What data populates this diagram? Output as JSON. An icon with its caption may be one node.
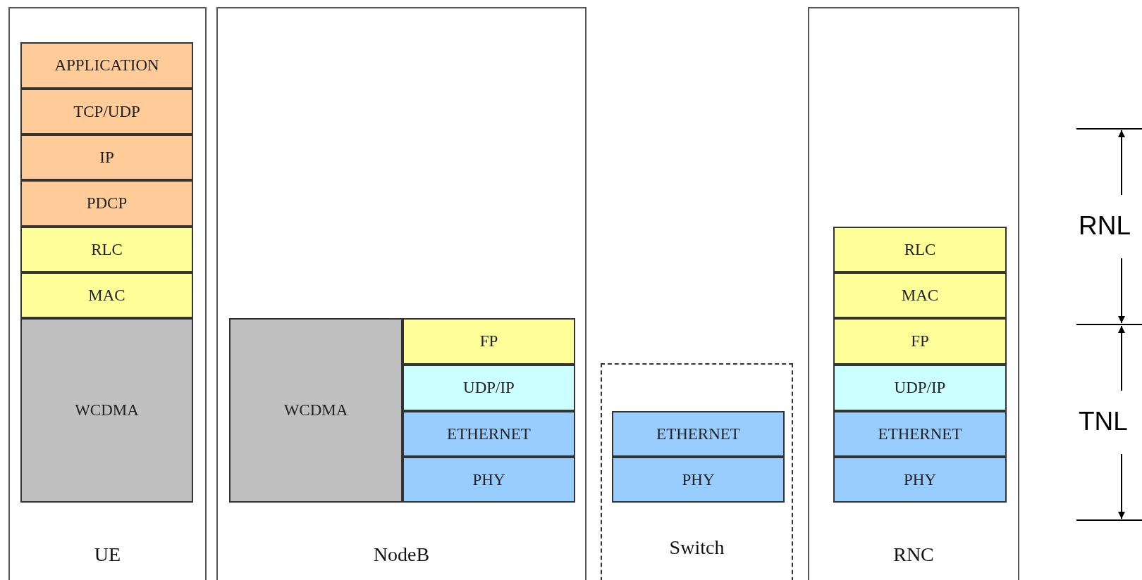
{
  "diagram": {
    "nodes": [
      {
        "text": [
          "UE"
        ]
      },
      {
        "text": [
          "APPLICATION"
        ],
        "in": 0
      },
      {
        "text": [
          "TCP/UDP"
        ],
        "in": 0
      },
      {
        "text": [
          "IP"
        ],
        "in": 0
      },
      {
        "text": [
          "PDCP"
        ],
        "in": 0
      },
      {
        "text": [
          "RLC"
        ],
        "in": 0
      },
      {
        "text": [
          "MAC"
        ],
        "in": 0
      },
      {
        "text": [
          "WCDMA"
        ],
        "in": 0
      },
      {
        "text": [
          "NodeB"
        ]
      },
      {
        "text": [
          "WCDMA"
        ],
        "in": 8
      },
      {
        "text": [
          "FP"
        ],
        "in": 8
      },
      {
        "text": [
          "UDP/IP"
        ],
        "in": 8
      },
      {
        "text": [
          "ETHERNET"
        ],
        "in": 8
      },
      {
        "text": [
          "PHY"
        ],
        "in": 8
      },
      {
        "text": [
          "Switch"
        ]
      },
      {
        "text": [
          "ETHERNET"
        ],
        "in": 14
      },
      {
        "text": [
          "PHY"
        ],
        "in": 14
      },
      {
        "text": [
          "RNC"
        ]
      },
      {
        "text": [
          "RLC"
        ],
        "in": 17
      },
      {
        "text": [
          "MAC"
        ],
        "in": 17
      },
      {
        "text": [
          "FP"
        ],
        "in": 17
      },
      {
        "text": [
          "UDP/IP"
        ],
        "in": 17
      },
      {
        "text": [
          "ETHERNET"
        ],
        "in": 17
      },
      {
        "text": [
          "PHY"
        ],
        "in": 17
      }
    ],
    "labels": [
      "RNL",
      "TNL"
    ]
  }
}
